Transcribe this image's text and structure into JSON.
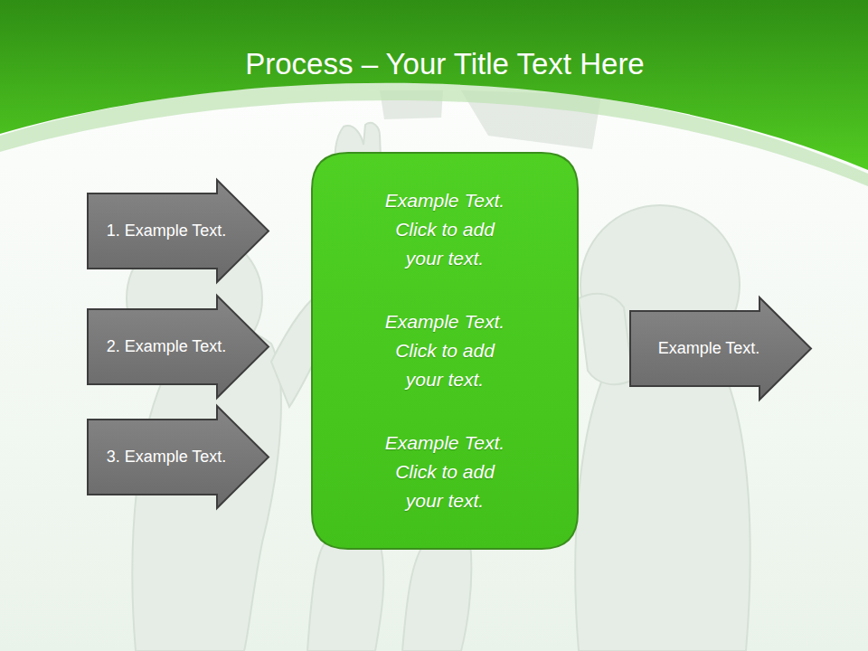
{
  "diagram": {
    "title": "Process – Your Title Text Here",
    "nodes": [
      {
        "text": [
          "1. Example Text."
        ]
      },
      {
        "text": [
          "2. Example Text."
        ]
      },
      {
        "text": [
          "3. Example Text."
        ]
      },
      {
        "text": [
          "Example Text. Click to add your text.",
          "Example Text. Click to add your text.",
          "Example Text. Click to add your text."
        ]
      },
      {
        "text": [
          "Example Text."
        ]
      }
    ]
  }
}
